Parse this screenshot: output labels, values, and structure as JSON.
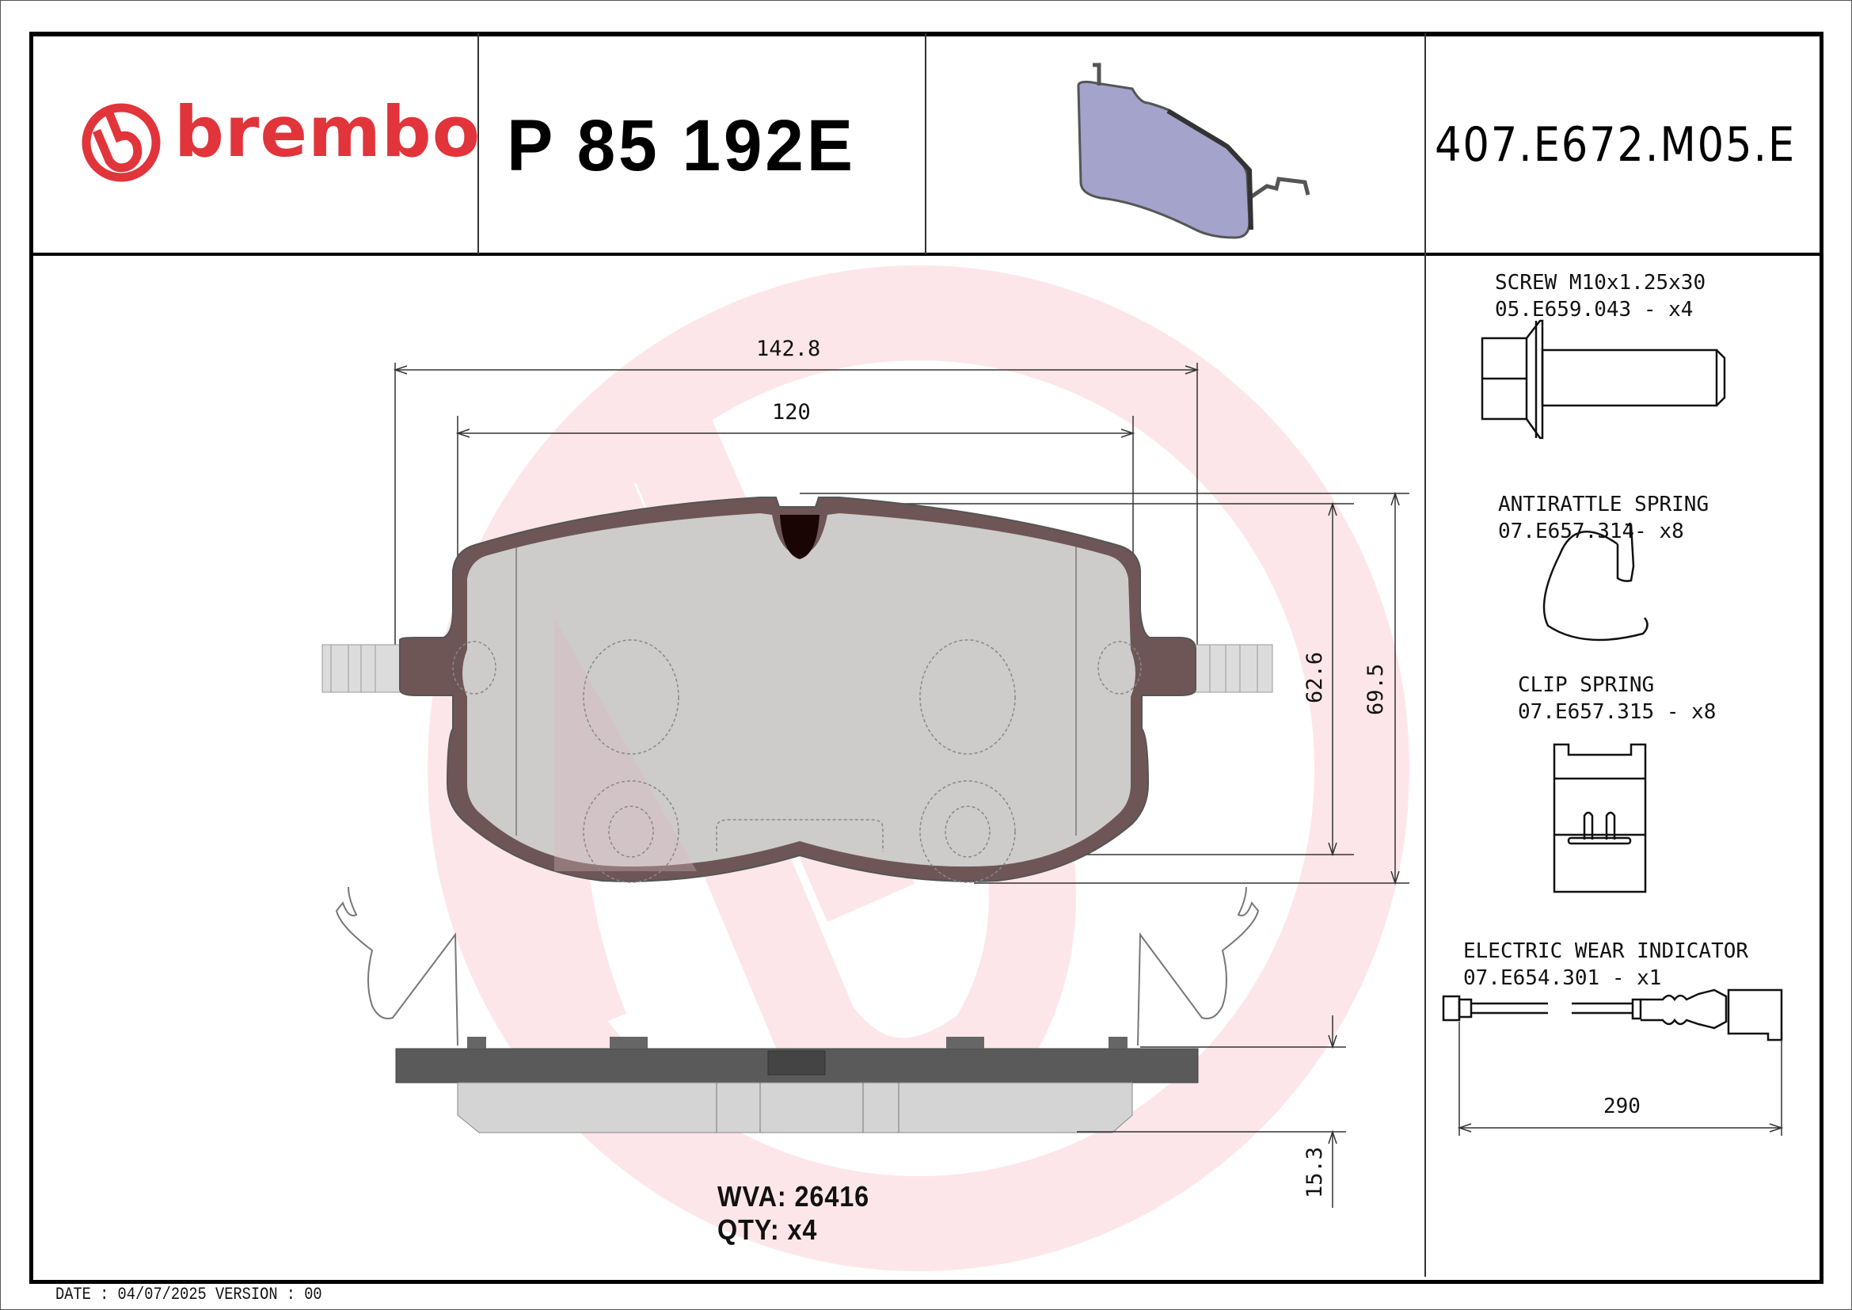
{
  "header": {
    "brand": "brembo",
    "part_number": "P 85 192E",
    "reference_code": "407.E672.M05.E",
    "product_image": "brake-pad-3d-render"
  },
  "drawing": {
    "dimensions": {
      "overall_width": "142.8",
      "friction_width": "120",
      "friction_height": "62.6",
      "overall_height": "69.5",
      "thickness": "15.3"
    },
    "wva_label": "WVA:",
    "wva_value": "26416",
    "qty_label": "QTY:",
    "qty_value": "x4"
  },
  "accessories": [
    {
      "name": "SCREW M10x1.25x30",
      "code_line": "05.E659.043 - x4",
      "icon": "screw-icon"
    },
    {
      "name": "ANTIRATTLE SPRING",
      "code_line": "07.E657.314- x8",
      "icon": "antirattle-spring-icon"
    },
    {
      "name": "CLIP SPRING",
      "code_line": "07.E657.315 - x8",
      "icon": "clip-spring-icon"
    },
    {
      "name": "ELECTRIC WEAR INDICATOR",
      "code_line": "07.E654.301 - x1",
      "icon": "wear-indicator-icon",
      "length": "290"
    }
  ],
  "footer": {
    "text": "DATE : 04/07/2025 VERSION : 00"
  },
  "colors": {
    "brand_red": "#e1343b",
    "watermark_pink": "#fde6ea",
    "pad_lavender": "#a3a3cc",
    "backplate_gray": "#5a5a5a",
    "friction_gray": "#d8d8d8"
  }
}
